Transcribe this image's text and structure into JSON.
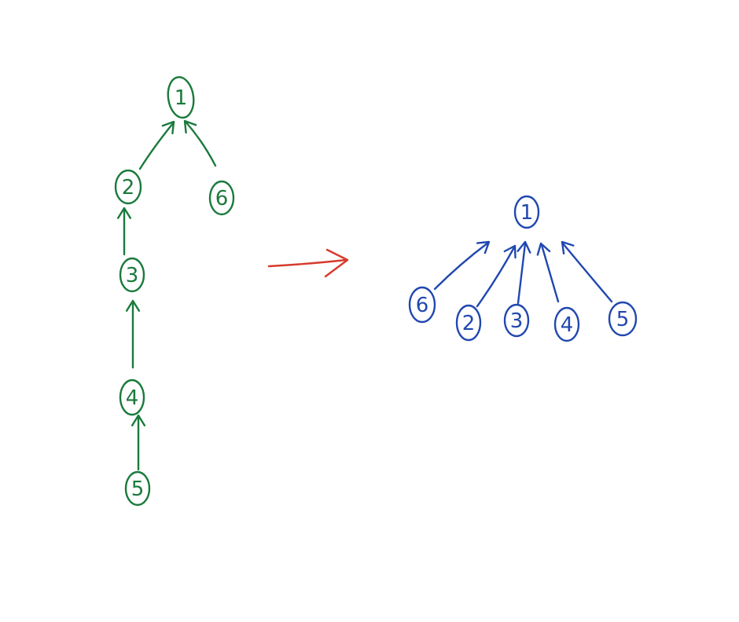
{
  "colors": {
    "before_tree": "#1a7a3c",
    "after_tree": "#2148b0",
    "transition_arrow": "#d63a2c",
    "background": "#ffffff"
  },
  "before_tree": {
    "nodes": [
      {
        "id": "n1",
        "label": "1"
      },
      {
        "id": "n2",
        "label": "2"
      },
      {
        "id": "n3",
        "label": "3"
      },
      {
        "id": "n4",
        "label": "4"
      },
      {
        "id": "n5",
        "label": "5"
      },
      {
        "id": "n6",
        "label": "6"
      }
    ],
    "edges": [
      {
        "from": "n2",
        "to": "n1"
      },
      {
        "from": "n6",
        "to": "n1"
      },
      {
        "from": "n3",
        "to": "n2"
      },
      {
        "from": "n4",
        "to": "n3"
      },
      {
        "from": "n5",
        "to": "n4"
      }
    ]
  },
  "after_tree": {
    "nodes": [
      {
        "id": "m1",
        "label": "1"
      },
      {
        "id": "m6",
        "label": "6"
      },
      {
        "id": "m2",
        "label": "2"
      },
      {
        "id": "m3",
        "label": "3"
      },
      {
        "id": "m4",
        "label": "4"
      },
      {
        "id": "m5",
        "label": "5"
      }
    ],
    "edges": [
      {
        "from": "m6",
        "to": "m1"
      },
      {
        "from": "m2",
        "to": "m1"
      },
      {
        "from": "m3",
        "to": "m1"
      },
      {
        "from": "m4",
        "to": "m1"
      },
      {
        "from": "m5",
        "to": "m1"
      }
    ]
  }
}
